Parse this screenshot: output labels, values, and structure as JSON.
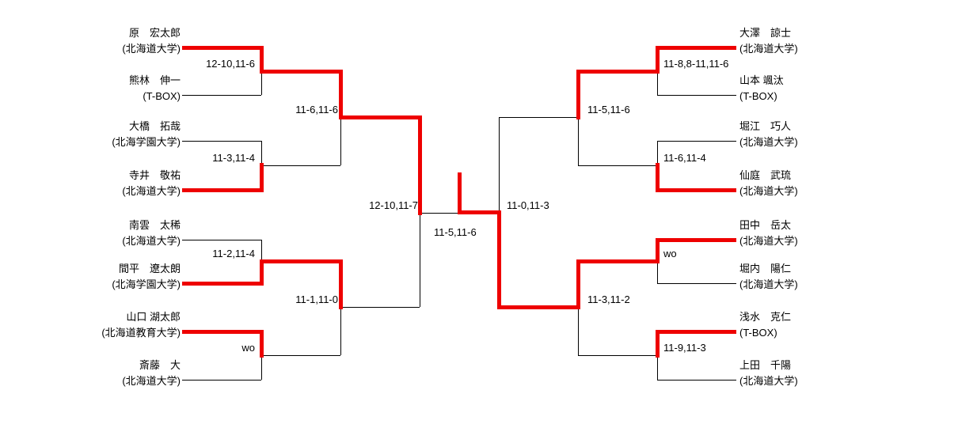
{
  "title": "singles-tournament-bracket",
  "colors": {
    "winner_path": "#ee0000",
    "line": "#000000",
    "background": "#ffffff"
  },
  "players": {
    "left": [
      {
        "name": "原　宏太郎",
        "affiliation": "(北海道大学)"
      },
      {
        "name": "熊林　伸一",
        "affiliation": "(T-BOX)"
      },
      {
        "name": "大橋　拓哉",
        "affiliation": "(北海学園大学)"
      },
      {
        "name": "寺井　敬祐",
        "affiliation": "(北海道大学)"
      },
      {
        "name": "南雲　太稀",
        "affiliation": "(北海道大学)"
      },
      {
        "name": "間平　遼太朗",
        "affiliation": "(北海学園大学)"
      },
      {
        "name": "山口 湖太郎",
        "affiliation": "(北海道教育大学)"
      },
      {
        "name": "斎藤　大",
        "affiliation": "(北海道大学)"
      }
    ],
    "right": [
      {
        "name": "大澤　諒士",
        "affiliation": "(北海道大学)"
      },
      {
        "name": "山本 颯汰",
        "affiliation": "(T-BOX)"
      },
      {
        "name": "堀江　巧人",
        "affiliation": "(北海道大学)"
      },
      {
        "name": "仙庭　武琉",
        "affiliation": "(北海道大学)"
      },
      {
        "name": "田中　岳太",
        "affiliation": "(北海道大学)"
      },
      {
        "name": "堀内　陽仁",
        "affiliation": "(北海道大学)"
      },
      {
        "name": "浅水　克仁",
        "affiliation": "(T-BOX)"
      },
      {
        "name": "上田　千陽",
        "affiliation": "(北海道大学)"
      }
    ]
  },
  "scores": {
    "left_round1": [
      "12-10,11-6",
      "11-3,11-4",
      "11-2,11-4",
      "wo"
    ],
    "left_round2": [
      "11-6,11-6",
      "11-1,11-0"
    ],
    "left_semifinal": "12-10,11-7",
    "final": "11-5,11-6",
    "right_round1": [
      "11-8,8-11,11-6",
      "11-6,11-4",
      "wo",
      "11-9,11-3"
    ],
    "right_round2": [
      "11-5,11-6",
      "11-3,11-2"
    ],
    "right_semifinal": "11-0,11-3"
  },
  "results": {
    "left_round1_winners": [
      "原　宏太郎",
      "寺井　敬祐",
      "間平　遼太朗",
      "山口 湖太郎"
    ],
    "left_round2_winners": [
      "原　宏太郎",
      "間平　遼太朗"
    ],
    "left_semifinal_winner": "原　宏太郎",
    "right_round1_winners": [
      "大澤　諒士",
      "仙庭　武琉",
      "田中　岳太",
      "浅水　克仁"
    ],
    "right_round2_winners": [
      "大澤　諒士",
      "田中　岳太"
    ],
    "right_semifinal_winner": "田中　岳太",
    "final_winner": "田中　岳太"
  }
}
